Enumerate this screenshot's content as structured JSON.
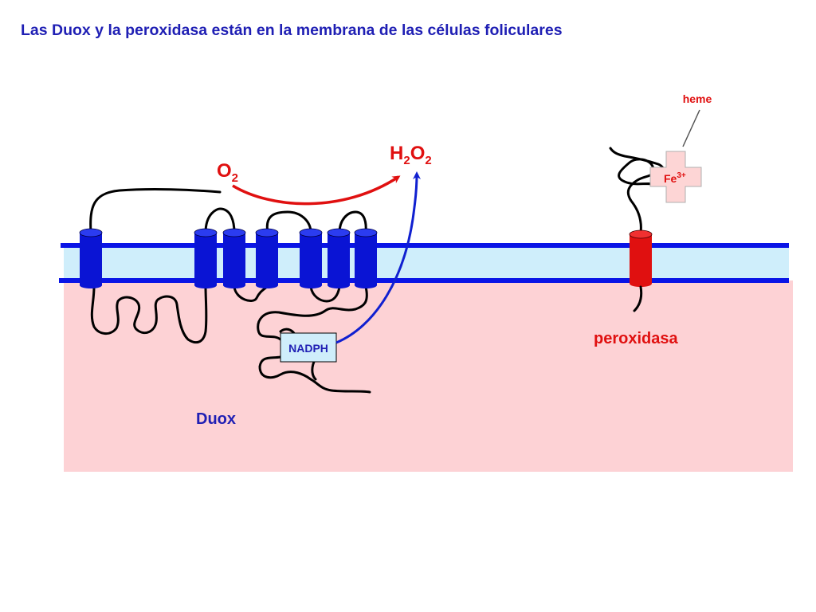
{
  "title": "Las Duox y la peroxidasa están en la membrana de las células foliculares",
  "labels": {
    "o2_main": "O",
    "o2_sub": "2",
    "h2o2_h": "H",
    "h2o2_sub1": "2",
    "h2o2_o": "O",
    "h2o2_sub2": "2",
    "heme": "heme",
    "fe_main": "Fe",
    "fe_sup": "3+",
    "nadph": "NADPH",
    "peroxidasa": "peroxidasa",
    "duox": "Duox"
  },
  "colors": {
    "title": "#1f1fb4",
    "membrane_line": "#0a14e6",
    "membrane_fill": "#cfeefb",
    "cytoplasm": "#fdd2d5",
    "helix": "#0a14d4",
    "peroxidase": "#e01010",
    "reaction_arrow": "#e01010",
    "nadph_arrow": "#1020d0",
    "cross_fill": "#fdd5d5",
    "nadph_box": "#cfeefb"
  }
}
